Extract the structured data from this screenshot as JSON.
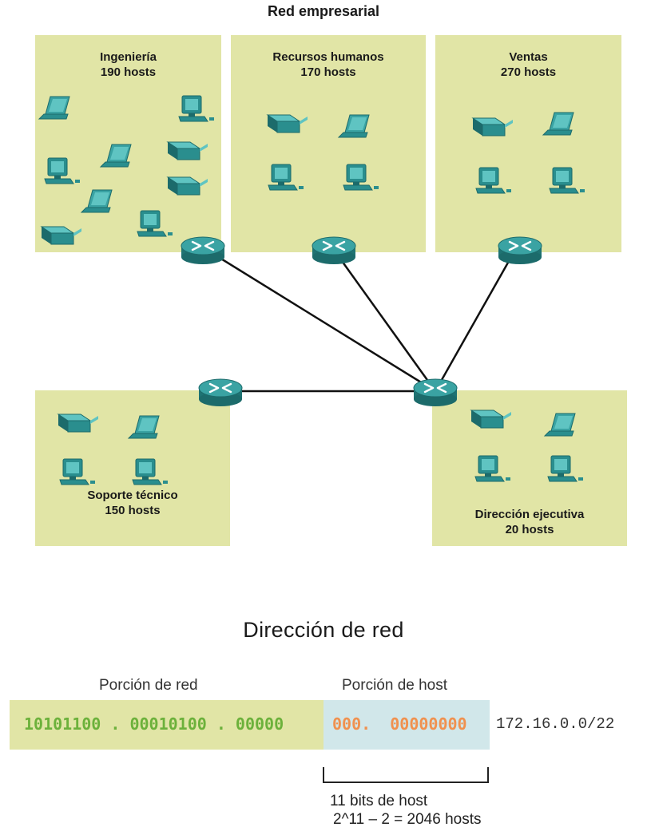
{
  "diagram": {
    "title": "Red empresarial",
    "zones": [
      {
        "key": "ingenieria",
        "name": "Ingeniería",
        "hosts": "190 hosts"
      },
      {
        "key": "rrhh",
        "name": "Recursos humanos",
        "hosts": "170 hosts"
      },
      {
        "key": "ventas",
        "name": "Ventas",
        "hosts": "270 hosts"
      },
      {
        "key": "soporte",
        "name": "Soporte técnico",
        "hosts": "150 hosts"
      },
      {
        "key": "direccion",
        "name": "Dirección ejecutiva",
        "hosts": "20 hosts"
      }
    ],
    "device_icons": [
      "laptop-icon",
      "desktop-icon",
      "switch-icon",
      "router-icon"
    ],
    "colors": {
      "zone_fill": "#e1e5a6",
      "device": "#2a8e8e",
      "device_dark": "#1c6b6b",
      "link": "#111111"
    }
  },
  "address": {
    "title": "Dirección de red",
    "network_label": "Porción de red",
    "host_label": "Porción de host",
    "network_bits": "10101100 . 00010100 . 00000",
    "host_bits": "000.  00000000",
    "prefix": "172.16.0.0/22",
    "note_line1": "11 bits de host",
    "note_line2": "2^11 – 2 = 2046 hosts",
    "colors": {
      "network_bits": "#6cb13b",
      "host_bits": "#f0914f",
      "network_fill": "#e1e5a6",
      "host_fill": "#d1e7ea"
    }
  }
}
